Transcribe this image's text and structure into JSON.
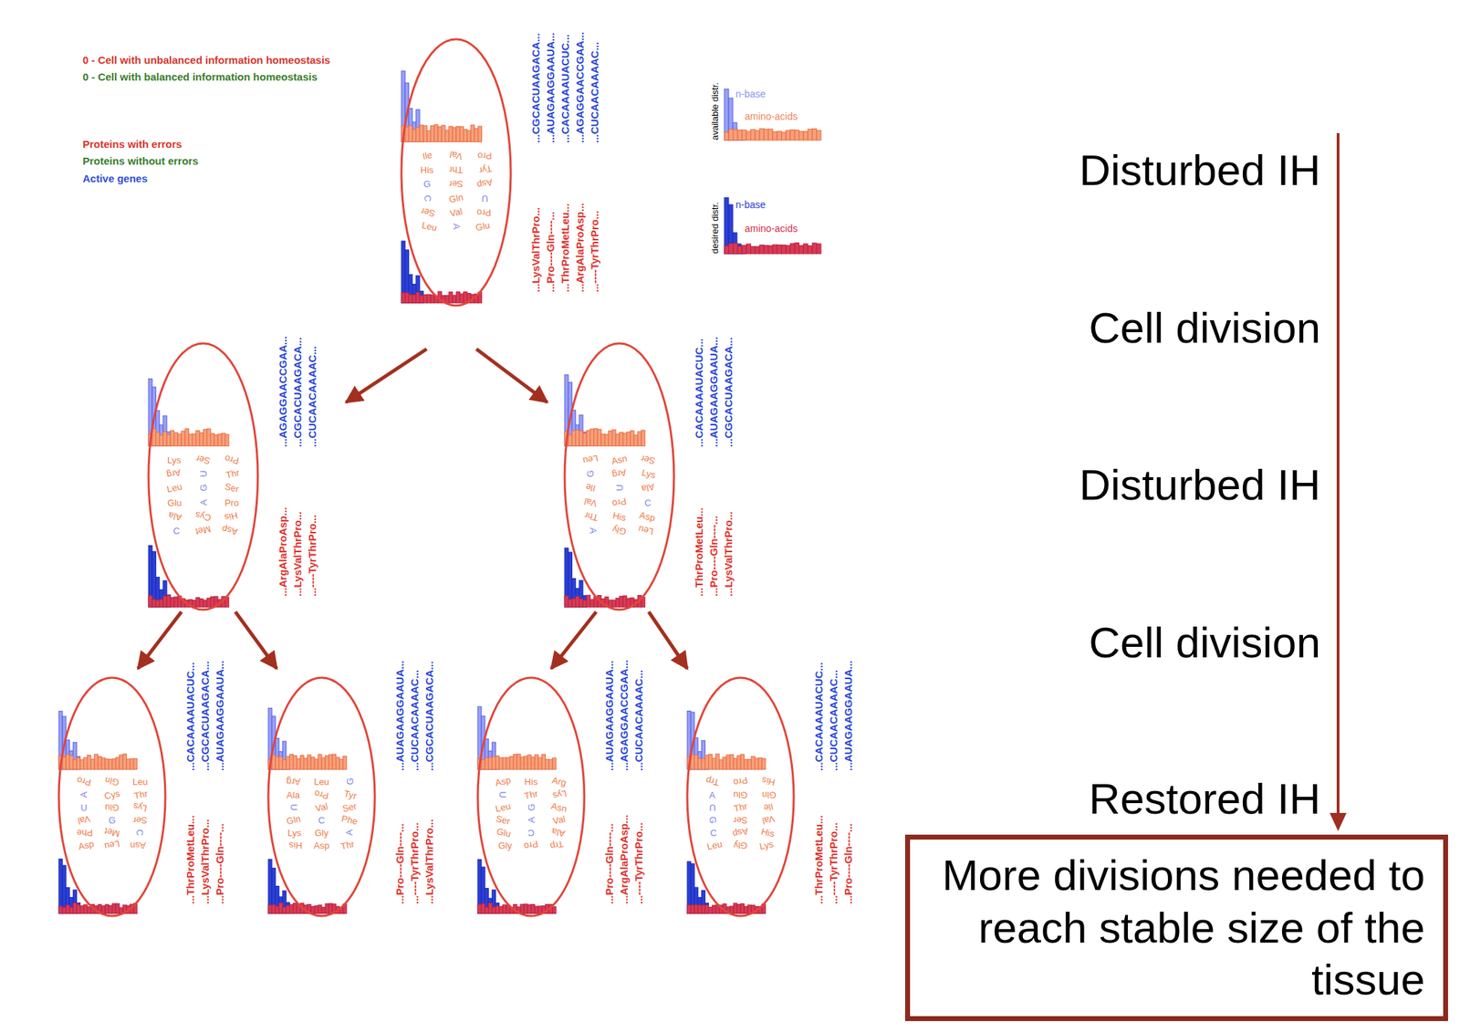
{
  "diagram": {
    "nodes": [
      {
        "text": [
          "...CGCACUAAGACA...",
          "...AUAGAAGGAAUA...",
          "...CACAAAAUACUC...",
          "...AGAGGAACCGAA...",
          "...CUCAACAAAAC...",
          "...LysValThrPro...",
          "...Pro----Gln----...",
          "...ThrProMetLeu...",
          "...ArgAlaProAsp...",
          "...----TyrThrPro...",
          "Ile",
          "Val",
          "Pro",
          "His",
          "Thr",
          "Tyr",
          "G",
          "Ser",
          "Asp",
          "C",
          "Gln",
          "U",
          "Ser",
          "Val",
          "Pro",
          "Leu",
          "A",
          "Glu"
        ]
      },
      {
        "text": [
          "...AGAGGAACCGAA...",
          "...CGCACUAAGACA...",
          "...CUCAACAAAAC...",
          "...ArgAlaProAsp...",
          "...LysValThrPro...",
          "...----TyrThrPro...",
          "Lys",
          "Ser",
          "Pro",
          "Arg",
          "U",
          "Thr",
          "Leu",
          "G",
          "Ser",
          "Glu",
          "A",
          "Pro",
          "Ala",
          "Cys",
          "His",
          "C",
          "Met",
          "Asp"
        ]
      },
      {
        "text": [
          "...CACAAAAUACUC...",
          "...AUAGAAGGAAUA...",
          "...CGCACUAAGACA...",
          "...ThrProMetLeu...",
          "...Pro----Gln----...",
          "...LysValThrPro...",
          "Leu",
          "Asn",
          "Ser",
          "G",
          "Arg",
          "Lys",
          "Ile",
          "U",
          "Ala",
          "Val",
          "Pro",
          "C",
          "Thr",
          "His",
          "Asp",
          "A",
          "Gly",
          "Leu"
        ]
      },
      {
        "text": [
          "...CACAAAAUACUC...",
          "...CGCACUAAGACA...",
          "...AUAGAAGGAAUA...",
          "...ThrProMetLeu...",
          "...LysValThrPro...",
          "...Pro----Gln----...",
          "Pro",
          "Gln",
          "Leu",
          "A",
          "Cys",
          "Thr",
          "U",
          "Glu",
          "Lys",
          "Val",
          "G",
          "Ser",
          "Phe",
          "Met",
          "C",
          "Asp",
          "Leu",
          "Asn"
        ]
      },
      {
        "text": [
          "...AUAGAAGGAAUA...",
          "...CUCAACAAAAC...",
          "...CGCACUAAGACA...",
          "...Pro----Gln----...",
          "...----TyrThrPro...",
          "...LysValThrPro...",
          "Arg",
          "Leu",
          "G",
          "Ala",
          "Pro",
          "Tyr",
          "U",
          "Val",
          "Ser",
          "Gln",
          "C",
          "Phe",
          "Lys",
          "Gly",
          "A",
          "His",
          "Asp",
          "Thr"
        ]
      },
      {
        "text": [
          "...AUAGAAGGAAUA...",
          "...AGAGGAACCGAA...",
          "...CUCAACAAAAC...",
          "...Pro----Gln----...",
          "...ArgAlaProAsp...",
          "...----TyrThrPro...",
          "Asp",
          "His",
          "Arg",
          "U",
          "Thr",
          "Lys",
          "Leu",
          "G",
          "Asn",
          "Ser",
          "A",
          "Val",
          "Glu",
          "C",
          "Ala",
          "Gly",
          "Pro",
          "Trp"
        ]
      },
      {
        "text": [
          "...CACAAAAUACUC...",
          "...CUCAACAAAAC...",
          "...AUAGAAGGAAUA...",
          "...ThrProMetLeu...",
          "...----TyrThrPro...",
          "...Pro----Gln----...",
          "Trp",
          "Pro",
          "His",
          "A",
          "Glu",
          "Gln",
          "U",
          "Thr",
          "Ile",
          "G",
          "Ser",
          "Val",
          "C",
          "Asp",
          "His",
          "Leu",
          "Gly",
          "Lys"
        ]
      },
      {
        "text": [
          "More divisions needed to reach stable size of the tissue"
        ]
      }
    ],
    "edges": [
      {
        "from": 0,
        "to": 1,
        "arrow": "to"
      },
      {
        "from": 0,
        "to": 2,
        "arrow": "to"
      },
      {
        "from": 1,
        "to": 3,
        "arrow": "to"
      },
      {
        "from": 1,
        "to": 4,
        "arrow": "to"
      },
      {
        "from": 2,
        "to": 5,
        "arrow": "to"
      },
      {
        "from": 2,
        "to": 6,
        "arrow": "to"
      }
    ],
    "labels": [
      "available distr.",
      "n-base",
      "amino-acids",
      "desired distr.",
      "n-base",
      "amino-acids",
      "Disturbed IH",
      "Cell division",
      "Disturbed IH",
      "Cell division",
      "Restored IH"
    ],
    "legend": [
      {
        "text": "0 - Cell with unbalanced information homeostasis",
        "color": "#d9342b"
      },
      {
        "text": "0 - Cell with balanced information homeostasis",
        "color": "#3a7d2c"
      },
      {
        "text": "Proteins with errors",
        "color": "#d9342b"
      },
      {
        "text": "Proteins without errors",
        "color": "#3a7d2c"
      },
      {
        "text": "Active genes",
        "color": "#2f4fd8"
      }
    ]
  }
}
